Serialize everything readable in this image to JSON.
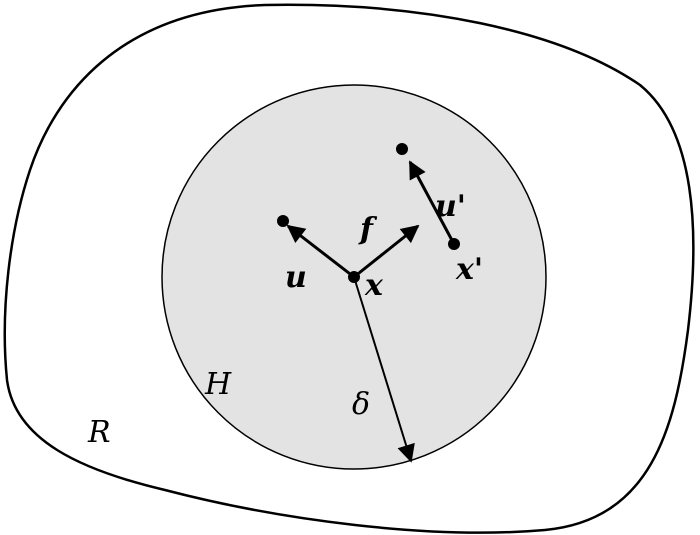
{
  "labels": {
    "region": "R",
    "horizon": "H",
    "point": "x",
    "neighbor_point": "x'",
    "displacement": "u",
    "neighbor_displacement": "u'",
    "force": "f",
    "horizon_radius": "δ"
  },
  "colors": {
    "horizon_fill": "#e3e3e3",
    "stroke": "#000000",
    "background": "#ffffff"
  }
}
